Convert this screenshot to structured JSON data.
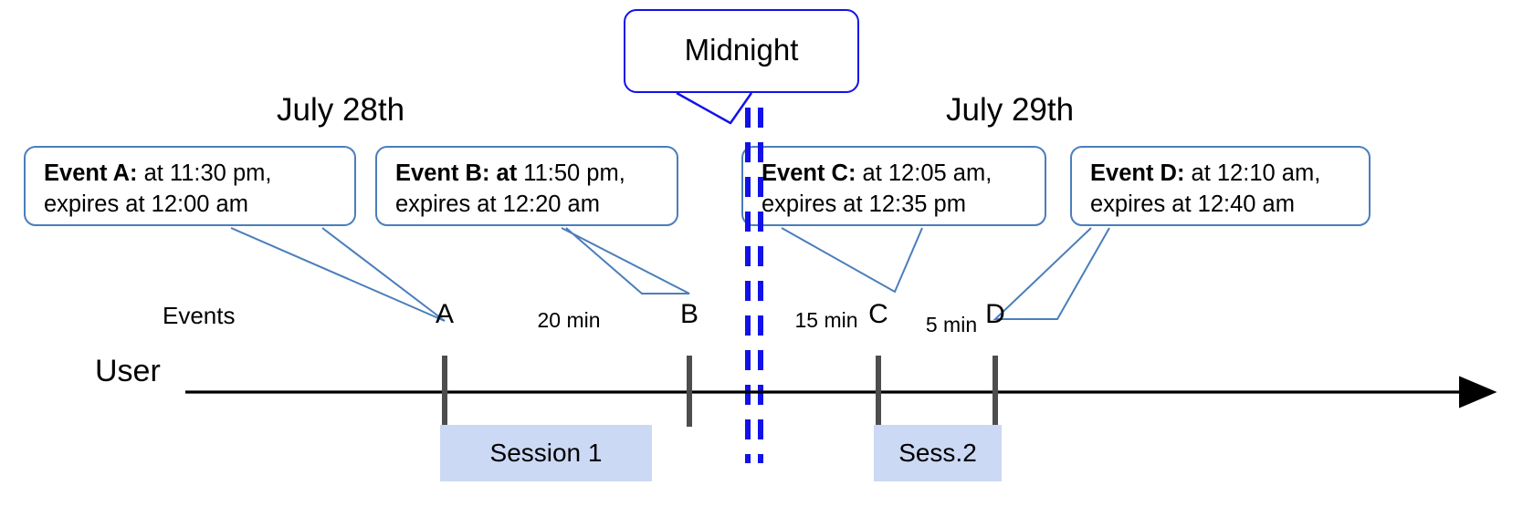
{
  "diagram": {
    "title_left": "July 28th",
    "title_right": "July 29th",
    "midnight_label": "Midnight",
    "axis_label": "User",
    "events_row_label": "Events",
    "accent_blue": "#4a7ebb",
    "midnight_blue": "#1212e8",
    "session_fill": "#ccd9f4",
    "axis_color": "#000000"
  },
  "callouts": [
    {
      "id": "event-a",
      "bold_text": "Event A:",
      "rest_line1": " at 11:30 pm,",
      "line2": "expires at 12:00 am"
    },
    {
      "id": "event-b",
      "bold_text": "Event B: at",
      "rest_line1": " 11:50 pm,",
      "line2": "expires at 12:20 am"
    },
    {
      "id": "event-c",
      "bold_text": "Event C:",
      "rest_line1": " at 12:05 am,",
      "line2": "expires at 12:35 pm"
    },
    {
      "id": "event-d",
      "bold_text": "Event D:",
      "rest_line1": "  at 12:10 am,",
      "line2": "expires at 12:40 am"
    }
  ],
  "markers": [
    {
      "letter": "A"
    },
    {
      "letter": "B"
    },
    {
      "letter": "C"
    },
    {
      "letter": "D"
    }
  ],
  "gaps": [
    {
      "label": "20 min"
    },
    {
      "label": "15 min"
    },
    {
      "label": "5 min"
    }
  ],
  "sessions": [
    {
      "label": "Session 1"
    },
    {
      "label": "Sess.2"
    }
  ]
}
